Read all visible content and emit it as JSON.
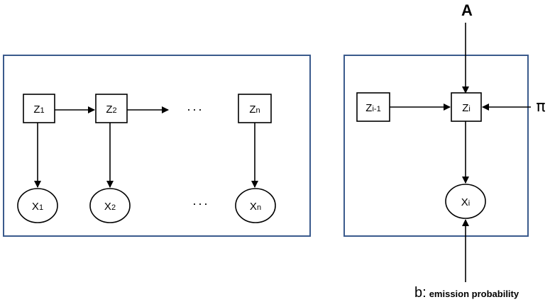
{
  "left_panel": {
    "states": [
      {
        "base": "Z",
        "sub": "1"
      },
      {
        "base": "Z",
        "sub": "2"
      },
      {
        "base": "Z",
        "sub": "n"
      }
    ],
    "observations": [
      {
        "base": "X",
        "sub": "1"
      },
      {
        "base": "X",
        "sub": "2"
      },
      {
        "base": "X",
        "sub": "n"
      }
    ],
    "ellipsis_top": "···",
    "ellipsis_bottom": "···"
  },
  "right_panel": {
    "prev_state": {
      "base": "Z",
      "sub": "i-1"
    },
    "state": {
      "base": "Z",
      "sub": "i"
    },
    "observation": {
      "base": "X",
      "sub": "i"
    },
    "transition_label": "A",
    "initial_label": "π",
    "emission_prefix": "b:",
    "emission_text": "emission probability"
  }
}
